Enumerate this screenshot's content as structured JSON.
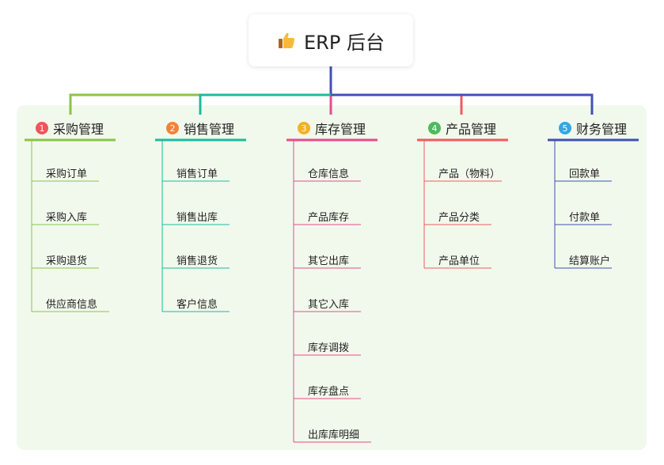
{
  "root": {
    "title": "ERP 后台",
    "icon": "thumbs-up-icon"
  },
  "branches": [
    {
      "num": "1",
      "label": "采购管理",
      "color": "#8bc34a",
      "badge_color": "#f0555a",
      "items": [
        "采购订单",
        "采购入库",
        "采购退货",
        "供应商信息"
      ]
    },
    {
      "num": "2",
      "label": "销售管理",
      "color": "#1abc9c",
      "badge_color": "#f5813a",
      "items": [
        "销售订单",
        "销售出库",
        "销售退货",
        "客户信息"
      ]
    },
    {
      "num": "3",
      "label": "库存管理",
      "color": "#e64c8c",
      "badge_color": "#f5b025",
      "items": [
        "仓库信息",
        "产品库存",
        "其它出库",
        "其它入库",
        "库存调拨",
        "库存盘点",
        "出库库明细"
      ]
    },
    {
      "num": "4",
      "label": "产品管理",
      "color": "#ef5a5e",
      "badge_color": "#4cbb5a",
      "items": [
        "产品（物料）",
        "产品分类",
        "产品单位"
      ]
    },
    {
      "num": "5",
      "label": "财务管理",
      "color": "#3f51b5",
      "badge_color": "#36a6e0",
      "items": [
        "回款单",
        "付款单",
        "结算账户"
      ]
    }
  ]
}
